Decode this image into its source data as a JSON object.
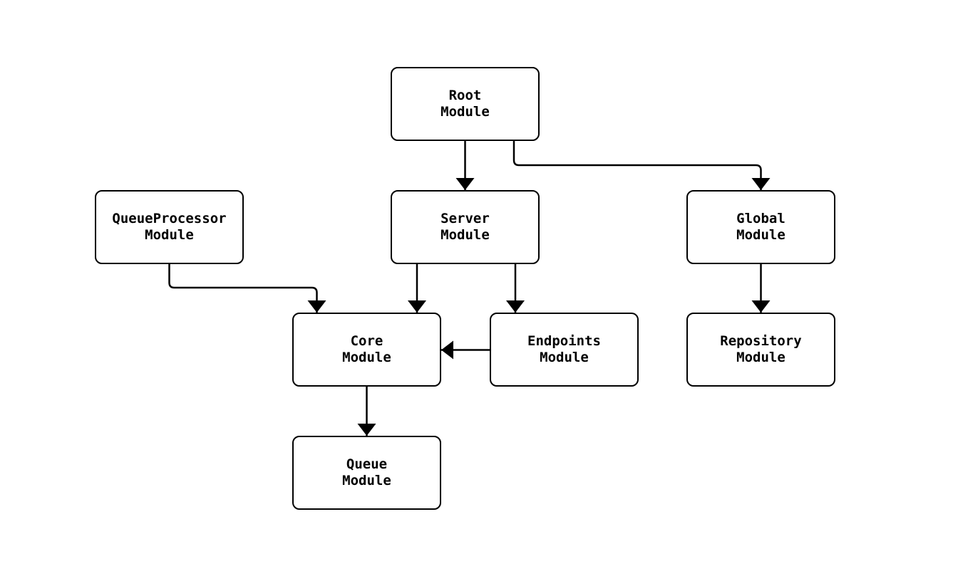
{
  "diagram": {
    "type": "module-dependency-flowchart",
    "colors": {
      "background": "#ffffff",
      "node_fill": "#ffffff",
      "stroke": "#000000",
      "text": "#000000"
    },
    "nodes": [
      {
        "id": "root",
        "line1": "Root",
        "line2": "Module"
      },
      {
        "id": "queueprocessor",
        "line1": "QueueProcessor",
        "line2": "Module"
      },
      {
        "id": "server",
        "line1": "Server",
        "line2": "Module"
      },
      {
        "id": "global",
        "line1": "Global",
        "line2": "Module"
      },
      {
        "id": "core",
        "line1": "Core",
        "line2": "Module"
      },
      {
        "id": "endpoints",
        "line1": "Endpoints",
        "line2": "Module"
      },
      {
        "id": "repository",
        "line1": "Repository",
        "line2": "Module"
      },
      {
        "id": "queue",
        "line1": "Queue",
        "line2": "Module"
      }
    ],
    "edges": [
      {
        "from": "root",
        "to": "server"
      },
      {
        "from": "root",
        "to": "global"
      },
      {
        "from": "queueprocessor",
        "to": "core"
      },
      {
        "from": "server",
        "to": "core"
      },
      {
        "from": "server",
        "to": "endpoints"
      },
      {
        "from": "endpoints",
        "to": "core"
      },
      {
        "from": "global",
        "to": "repository"
      },
      {
        "from": "core",
        "to": "queue"
      }
    ]
  }
}
